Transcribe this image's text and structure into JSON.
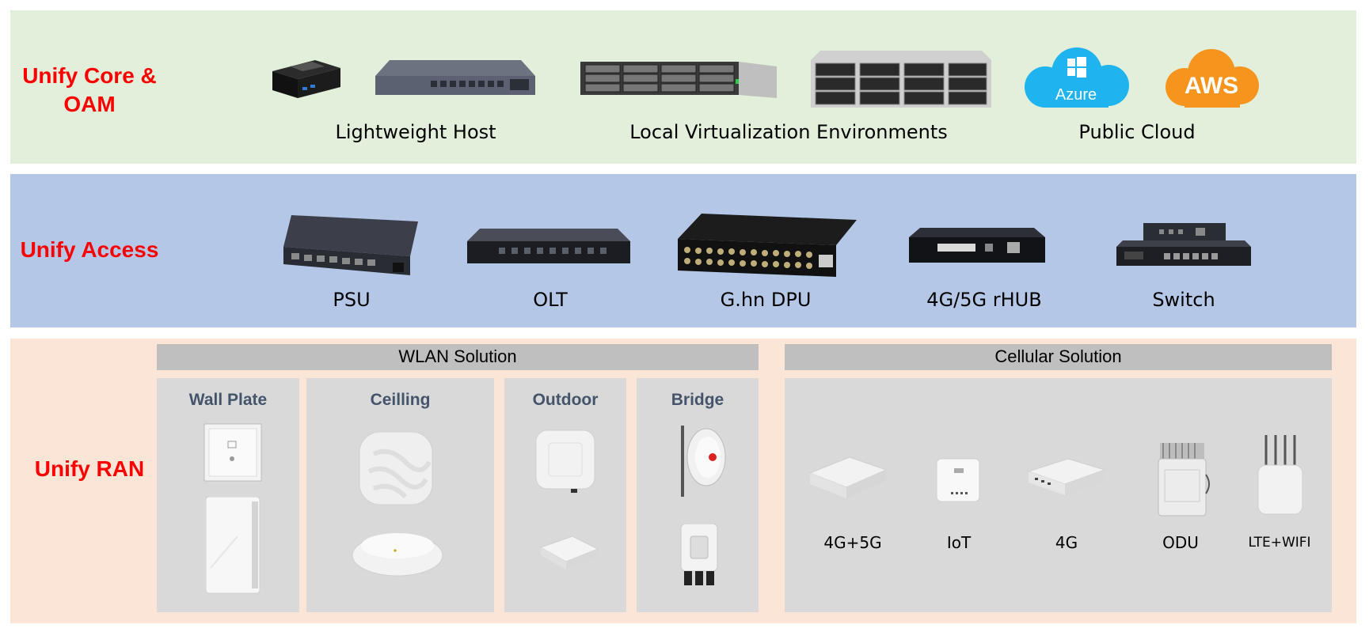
{
  "rows": {
    "core": {
      "title_line1": "Unify Core &",
      "title_line2": "OAM",
      "captions": [
        "Lightweight Host",
        "Local Virtualization Environments",
        "Public Cloud"
      ],
      "azure_label": "Azure",
      "aws_label": "AWS"
    },
    "access": {
      "title": "Unify Access",
      "captions": [
        "PSU",
        "OLT",
        "G.hn DPU",
        "4G/5G rHUB",
        "Switch"
      ]
    },
    "ran": {
      "title": "Unify RAN",
      "wlan_header": "WLAN Solution",
      "cellular_header": "Cellular Solution",
      "wlan_groups": [
        "Wall Plate",
        "Ceilling",
        "Outdoor",
        "Bridge"
      ],
      "cellular_captions": [
        "4G+5G",
        "IoT",
        "4G",
        "ODU",
        "LTE+WIFI"
      ]
    }
  },
  "colors": {
    "core_band": "#e2efda",
    "access_band": "#b4c7e7",
    "ran_band": "#fbe5d6",
    "title_red": "#ff0000",
    "azure": "#1fb3ef",
    "aws": "#f7941d"
  }
}
